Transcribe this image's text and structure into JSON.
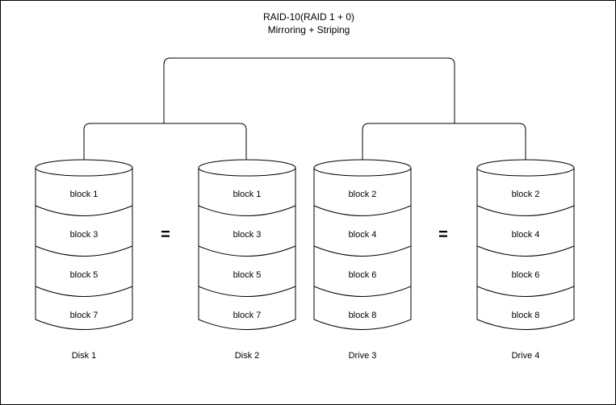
{
  "title": {
    "line1": "RAID-10(RAID 1 + 0)",
    "line2": "Mirroring + Striping"
  },
  "colors": {
    "stroke": "#000000",
    "background": "#ffffff",
    "text": "#000000"
  },
  "equals": {
    "left": "=",
    "right": "="
  },
  "disks": [
    {
      "id": "disk-1",
      "label": "Disk 1",
      "blocks": [
        "block 1",
        "block 3",
        "block 5",
        "block 7"
      ]
    },
    {
      "id": "disk-2",
      "label": "Disk 2",
      "blocks": [
        "block 1",
        "block 3",
        "block 5",
        "block 7"
      ]
    },
    {
      "id": "drive-3",
      "label": "Drive 3",
      "blocks": [
        "block 2",
        "block 4",
        "block 6",
        "block 8"
      ]
    },
    {
      "id": "drive-4",
      "label": "Drive 4",
      "blocks": [
        "block 2",
        "block 4",
        "block 6",
        "block 8"
      ]
    }
  ]
}
